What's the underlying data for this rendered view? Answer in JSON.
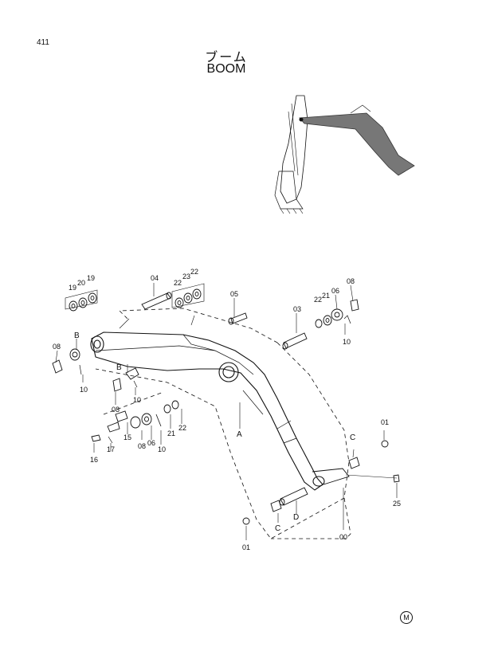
{
  "page_number": "411",
  "title_jp": "ブーム",
  "title_en": "BOOM",
  "part_labels": {
    "p01_top": "01",
    "p01_bottom": "01",
    "p03": "03",
    "p04": "04",
    "p05": "05",
    "p06_right": "06",
    "p06_left": "06",
    "p08_right": "08",
    "p08_left_pin": "08",
    "p08_mid": "08",
    "p08_low": "08",
    "p10_right": "10",
    "p10_left": "10",
    "p10_mid": "10",
    "p10_low": "10",
    "p15": "15",
    "p16": "16",
    "p17": "17",
    "p19_a": "19",
    "p19_b": "19",
    "p20": "20",
    "p21_right": "21",
    "p21_low": "21",
    "p22_a": "22",
    "p22_b": "22",
    "p22_right": "22",
    "p22_low": "22",
    "p23": "23",
    "p25": "25",
    "p00": "00",
    "ref_A": "A",
    "ref_B_left": "B",
    "ref_B_mid": "B",
    "ref_C_right": "C",
    "ref_C_low": "C",
    "ref_D": "D"
  },
  "logo_mark": "M"
}
